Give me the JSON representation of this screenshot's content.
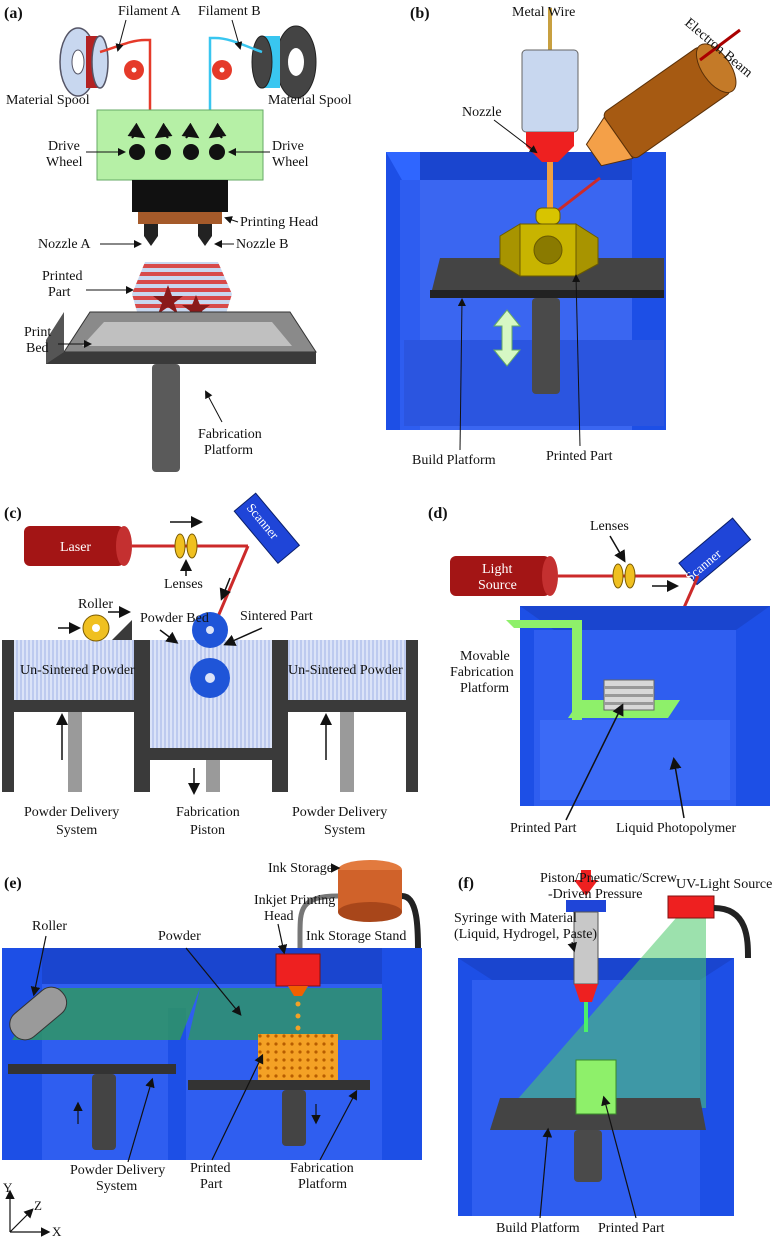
{
  "panels": {
    "a": {
      "letter": "(a)",
      "filament_a": "Filament A",
      "filament_b": "Filament B",
      "spool_left": "Material Spool",
      "spool_right": "Material Spool",
      "drive_left_1": "Drive",
      "drive_left_2": "Wheel",
      "drive_right_1": "Drive",
      "drive_right_2": "Wheel",
      "printing_head": "Printing Head",
      "nozzle_a": "Nozzle A",
      "nozzle_b": "Nozzle B",
      "printed_part_1": "Printed",
      "printed_part_2": "Part",
      "print_bed_1": "Print",
      "print_bed_2": "Bed",
      "fab_1": "Fabrication",
      "fab_2": "Platform"
    },
    "b": {
      "letter": "(b)",
      "metal_wire": "Metal Wire",
      "electron_beam": "Electron Beam",
      "nozzle": "Nozzle",
      "build_platform": "Build Platform",
      "printed_part": "Printed Part"
    },
    "c": {
      "letter": "(c)",
      "laser": "Laser",
      "scanner": "Scanner",
      "lenses": "Lenses",
      "roller": "Roller",
      "powder_bed": "Powder Bed",
      "sintered_part": "Sintered Part",
      "unsintered_left": "Un-Sintered Powder",
      "unsintered_right": "Un-Sintered Powder",
      "pds_left_1": "Powder Delivery",
      "pds_left_2": "System",
      "fab_piston_1": "Fabrication",
      "fab_piston_2": "Piston",
      "pds_right_1": "Powder Delivery",
      "pds_right_2": "System"
    },
    "d": {
      "letter": "(d)",
      "light_source_1": "Light",
      "light_source_2": "Source",
      "lenses": "Lenses",
      "scanner": "Scanner",
      "movable_1": "Movable",
      "movable_2": "Fabrication",
      "movable_3": "Platform",
      "printed_part": "Printed Part",
      "liquid_photopolymer": "Liquid Photopolymer"
    },
    "e": {
      "letter": "(e)",
      "ink_storage": "Ink Storage",
      "inkjet_1": "Inkjet Printing",
      "inkjet_2": "Head",
      "ink_stand": "Ink Storage Stand",
      "roller": "Roller",
      "powder": "Powder",
      "pds_1": "Powder Delivery",
      "pds_2": "System",
      "printed_1": "Printed",
      "printed_2": "Part",
      "fab_1": "Fabrication",
      "fab_2": "Platform",
      "axis_y": "Y",
      "axis_z": "Z",
      "axis_x": "X"
    },
    "f": {
      "letter": "(f)",
      "piston_1": "Piston/Pneumatic/Screw",
      "piston_2": "-Driven Pressure",
      "uv": "UV-Light Source",
      "syringe_1": "Syringe with Material",
      "syringe_2": "(Liquid, Hydrogel, Paste)",
      "build_platform": "Build Platform",
      "printed_part": "Printed Part"
    }
  },
  "colors": {
    "tank_blue": "#1d4fe6",
    "filament_red": "#e53a2a",
    "filament_cyan": "#39c6f0",
    "green_box": "#b6f0a6",
    "dark_gray": "#4a4a4a",
    "gold": "#c8b400",
    "laser_red": "#cc2a2a",
    "scanner_blue": "#1f45d8",
    "powder_blue": "#c9d6f5",
    "lime": "#8ef06a",
    "ink_orange": "#f4a125",
    "wood": "#d0622a"
  }
}
